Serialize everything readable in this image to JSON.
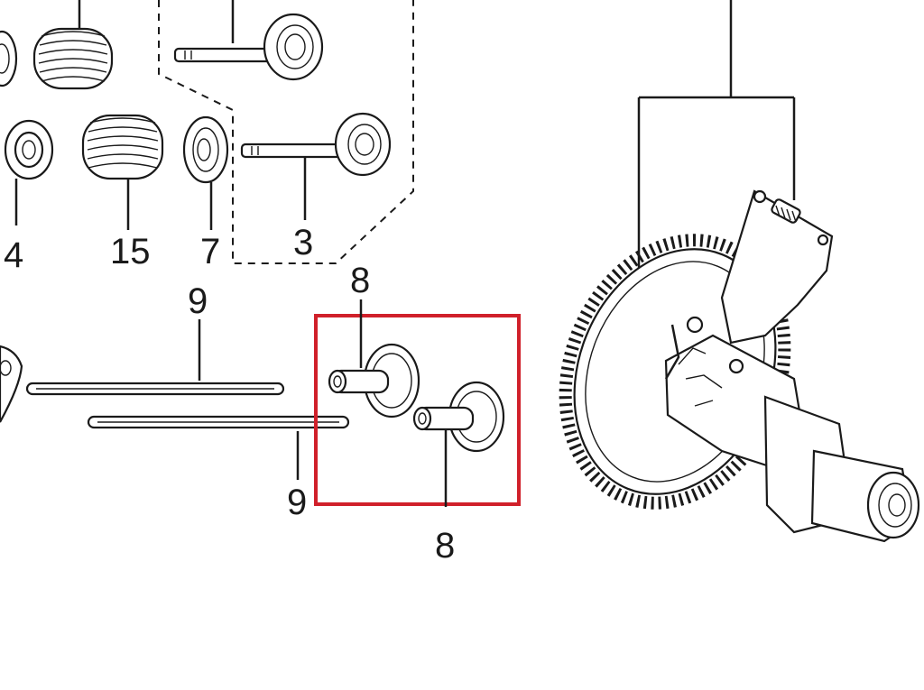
{
  "diagram": {
    "callouts": {
      "spring_seal_left": "4",
      "valve_spring": "15",
      "valve_seal": "7",
      "valve": "3",
      "tappet_upper": "8",
      "tappet_lower": "8",
      "push_rod_upper": "9",
      "push_rod_lower": "9"
    },
    "colors": {
      "ink": "#1a1a1a",
      "highlight_box": "#d0202a",
      "background": "#ffffff"
    }
  }
}
